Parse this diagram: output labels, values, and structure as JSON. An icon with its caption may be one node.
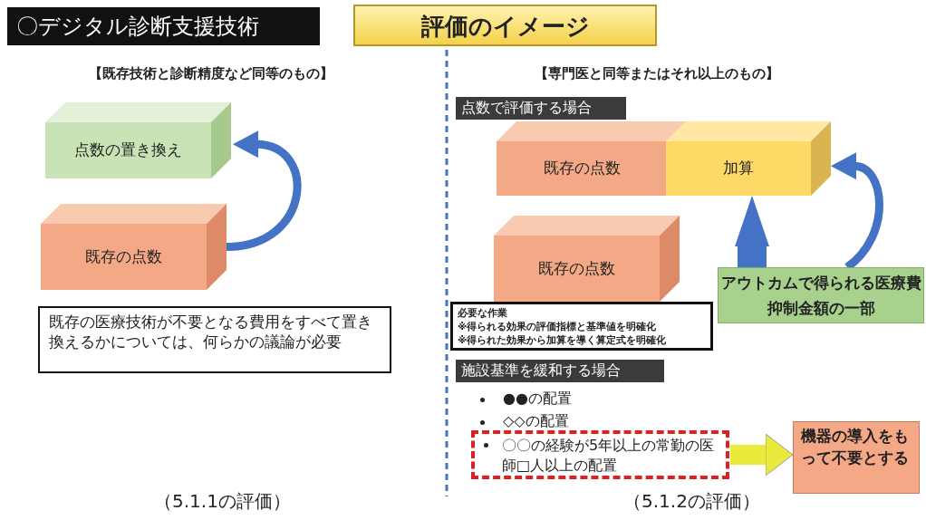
{
  "diagram": {
    "nodes": [
      {
        "text": [
          "〇デジタル診断支援技術"
        ]
      },
      {
        "text": [
          "評価のイメージ"
        ]
      },
      {
        "text": [
          "点数の置き換え"
        ]
      },
      {
        "text": [
          "既存の点数"
        ]
      },
      {
        "text": [
          "既存の医療技術が不要となる費用をすべて置き換えるかについては、何らかの議論が必要"
        ]
      },
      {
        "text": [
          "点数で評価する場合"
        ]
      },
      {
        "text": [
          "既存の点数"
        ]
      },
      {
        "text": [
          "加算"
        ]
      },
      {
        "text": [
          "既存の点数"
        ]
      },
      {
        "text": [
          "アウトカムで得られる医療費抑制金額の一部"
        ]
      },
      {
        "text": [
          "必要な作業",
          "※得られる効果の評価指標と基準値を明確化",
          "※得られた効果から加算を導く算定式を明確化"
        ]
      },
      {
        "text": [
          "施設基準を緩和する場合"
        ]
      },
      {
        "text": [
          "〇〇の経験が5年以上の常勤の医師□人以上の配置"
        ]
      },
      {
        "text": [
          "機器の導入をもって不要とする"
        ]
      }
    ],
    "edges": [
      {
        "from": 3,
        "to": 2,
        "arrow": "to"
      },
      {
        "from": 9,
        "to": 7,
        "arrow": "to",
        "style": "thick"
      },
      {
        "from": 9,
        "to": 7,
        "arrow": "to"
      },
      {
        "from": 12,
        "to": 13,
        "arrow": "to",
        "style": "thick",
        "color": "#e8ea3c"
      }
    ],
    "labels": [
      "【既存技術と診断精度など同等のもの】",
      "【専門医と同等またはそれ以上のもの】",
      "●●の配置",
      "◇◇の配置",
      "（5.1.1の評価）",
      "（5.1.2の評価）"
    ]
  }
}
